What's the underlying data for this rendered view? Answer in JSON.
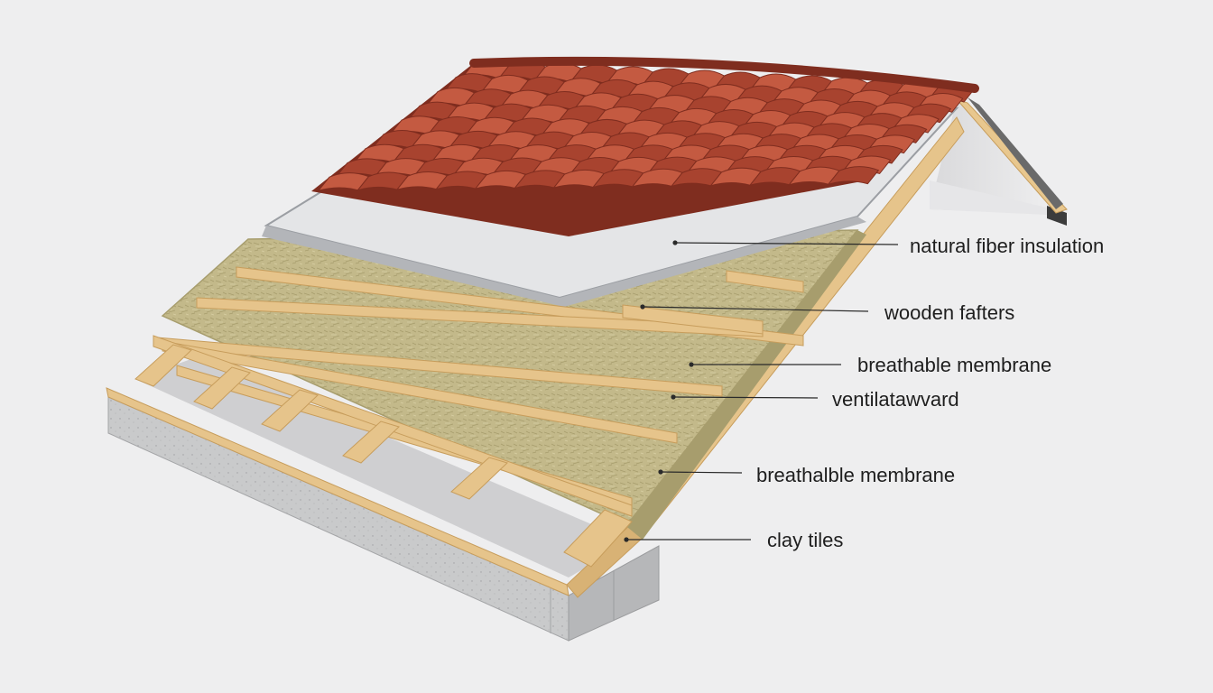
{
  "diagram": {
    "subject": "roof-layer-cross-section",
    "colors": {
      "background": "#eeeeef",
      "tile": "#a8432f",
      "tile_dark": "#7f2d1f",
      "tile_light": "#c45a41",
      "insulation": "#c3b98a",
      "insulation_dark": "#a79d6d",
      "membrane": "#e4e5e7",
      "membrane_edge": "#9b9ea3",
      "timber": "#e6c48b",
      "timber_dark": "#c79d5c",
      "concrete": "#c9cacb",
      "concrete_dark": "#a4a5a7",
      "leader_line": "#2a2a2a",
      "label_text": "#1e1e1e"
    },
    "callouts": [
      {
        "id": "natural-fiber-insulation",
        "label": "natural fiber insulation"
      },
      {
        "id": "wooden-fafters",
        "label": "wooden fafters"
      },
      {
        "id": "breathable-membrane-1",
        "label": "breathable membrane"
      },
      {
        "id": "ventilatawvard",
        "label": "ventilatawvard"
      },
      {
        "id": "breathalble-membrane-2",
        "label": "breathalble membrane"
      },
      {
        "id": "clay-tiles",
        "label": "clay tiles"
      }
    ]
  }
}
